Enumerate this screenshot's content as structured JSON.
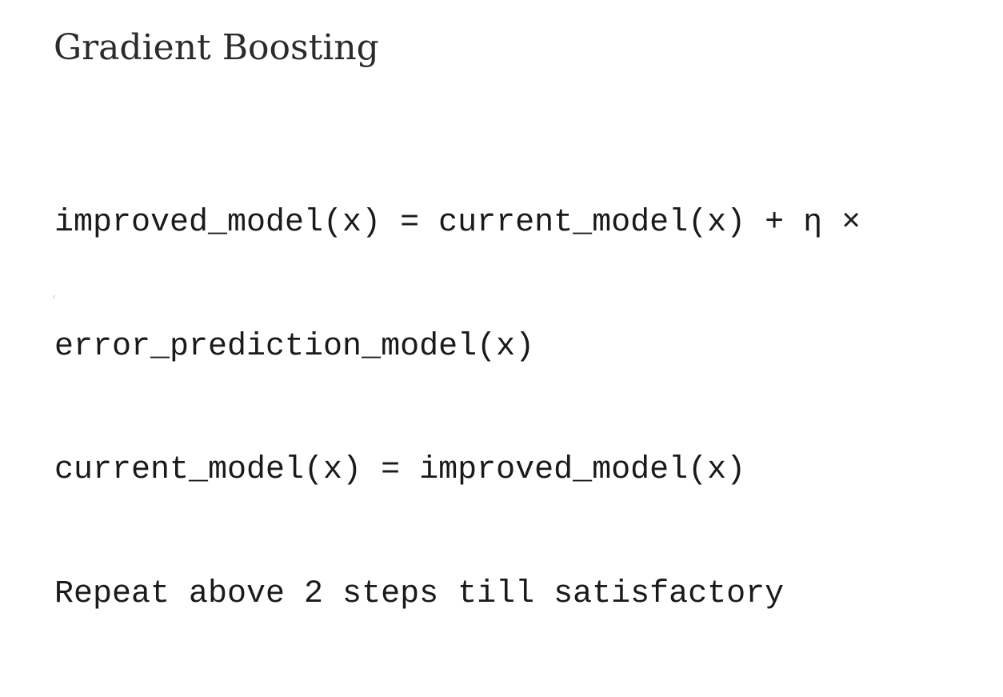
{
  "document": {
    "title": "Gradient Boosting",
    "code_lines": [
      "improved_model(x) = current_model(x) + η ×",
      "error_prediction_model(x)",
      "current_model(x) = improved_model(x)",
      "Repeat above 2 steps till satisfactory"
    ]
  },
  "colors": {
    "background": "#ffffff",
    "title_text": "#2b2b2b",
    "code_text": "#1a1a1a"
  }
}
